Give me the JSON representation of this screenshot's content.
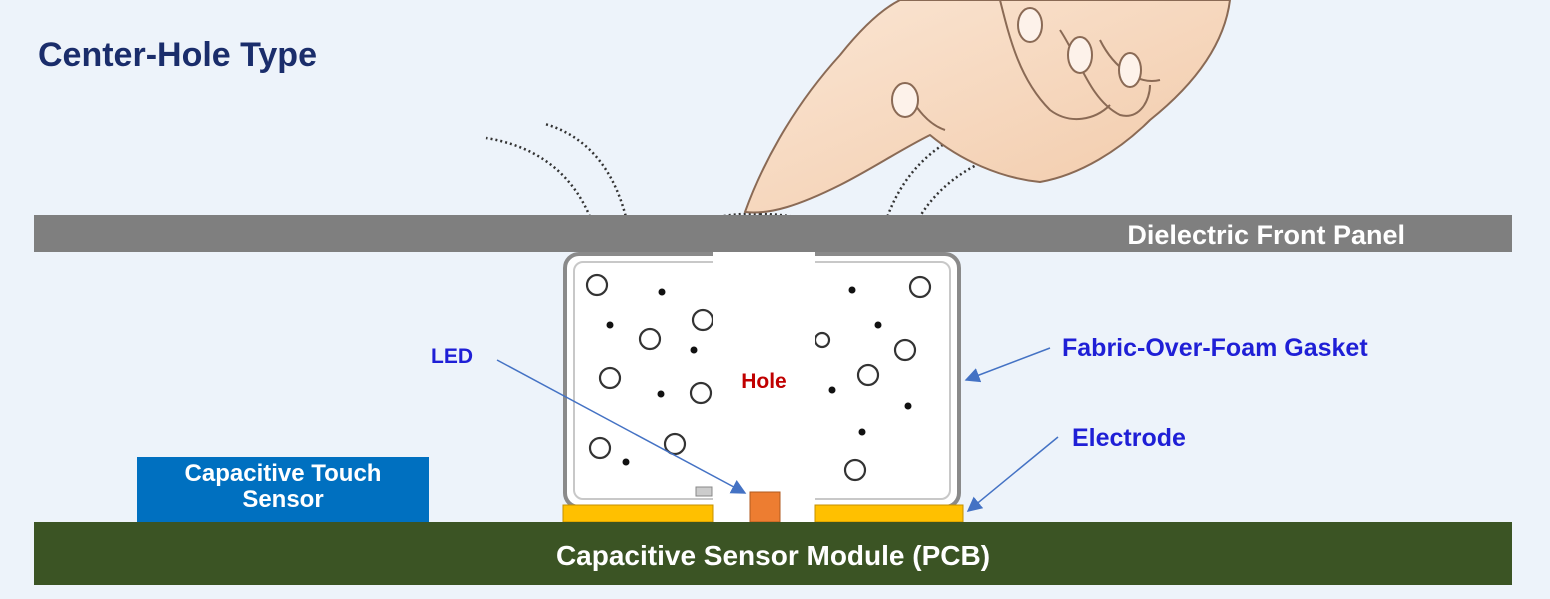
{
  "title": "Center-Hole Type",
  "labels": {
    "panel": "Dielectric Front Panel",
    "pcb": "Capacitive Sensor Module  (PCB)",
    "hole": "Hole",
    "led": "LED",
    "gasket": "Fabric-Over-Foam Gasket",
    "electrode": "Electrode",
    "sensor_line1": "Capacitive Touch",
    "sensor_line2": "Sensor"
  },
  "colors": {
    "background": "#edf3fa",
    "title": "#1a2d6b",
    "panel": "#7f7f7f",
    "pcb": "#3b5424",
    "electrode": "#ffc000",
    "led": "#ed7d31",
    "sensor_box": "#0070c0",
    "callout_text": "#1f1fd6",
    "hole_text": "#c00000",
    "arrow": "#4472c4"
  }
}
